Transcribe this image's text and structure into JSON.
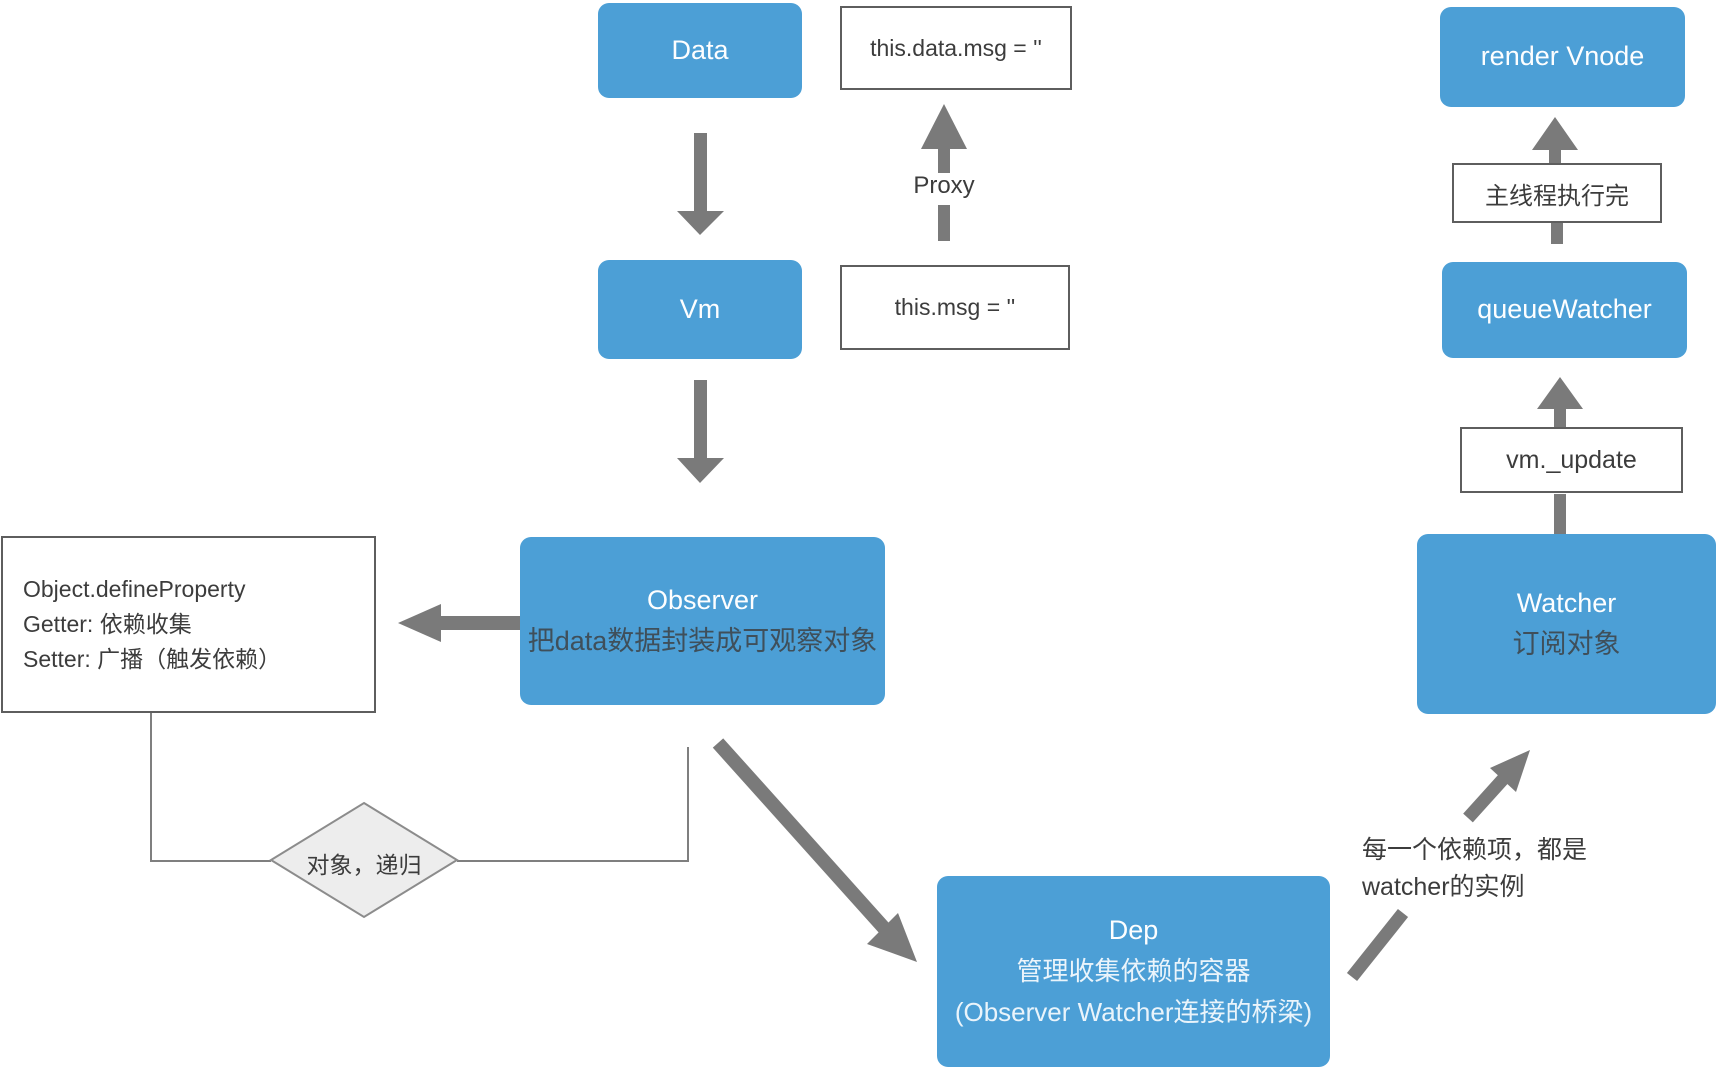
{
  "colors": {
    "node_blue": "#4C9FD6",
    "arrow_gray": "#7A7A7A",
    "line_gray": "#7F7F7F",
    "box_border_gray": "#5E5E5E",
    "text_dark": "#3C3C3C",
    "node_subtitle_dark": "#3F4F5A",
    "diamond_fill": "#EDEDED",
    "diamond_border": "#8C8C8C"
  },
  "flow_left": {
    "data_label": "Data",
    "vm_label": "Vm",
    "observer_title": "Observer",
    "observer_subtitle": "把data数据封装成可观察对象",
    "this_data_msg": "this.data.msg = ''",
    "this_msg": "this.msg = ''",
    "proxy_label": "Proxy",
    "define_property_line1": "Object.defineProperty",
    "define_property_line2": "Getter:  依赖收集",
    "define_property_line3": "Setter: 广播（触发依赖）",
    "recursion_diamond_label": "对象，递归"
  },
  "flow_bottom": {
    "dep_title": "Dep",
    "dep_line2": "管理收集依赖的容器",
    "dep_line3": "(Observer Watcher连接的桥梁)",
    "watcher_note_line1": "每一个依赖项，都是",
    "watcher_note_line2": "watcher的实例"
  },
  "flow_right": {
    "watcher_title": "Watcher",
    "watcher_subtitle": "订阅对象",
    "vm_update_label": "vm._update",
    "queue_watcher_label": "queueWatcher",
    "main_thread_label": "主线程执行完",
    "render_vnode_label": "render Vnode"
  }
}
